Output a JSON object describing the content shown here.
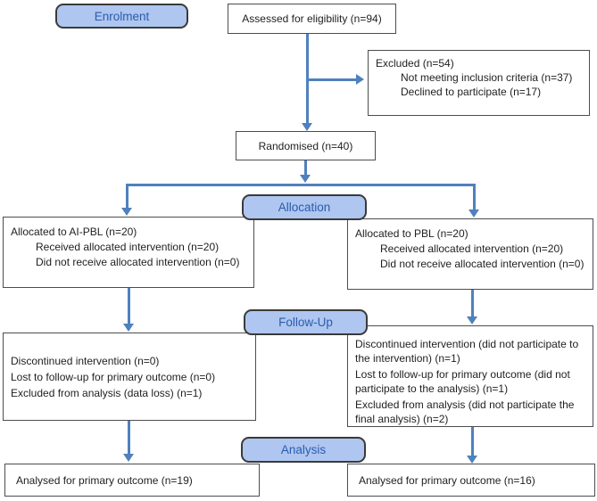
{
  "diagram": {
    "stages": {
      "enrolment": "Enrolment",
      "allocation": "Allocation",
      "followup": "Follow-Up",
      "analysis": "Analysis"
    },
    "boxes": {
      "assessed": "Assessed for eligibility (n=94)",
      "excluded": {
        "title": "Excluded (n=54)",
        "items": [
          "Not meeting inclusion criteria (n=37)",
          "Declined to participate (n=17)"
        ]
      },
      "randomised": "Randomised (n=40)",
      "alloc_left": {
        "title": "Allocated to AI-PBL (n=20)",
        "items": [
          "Received allocated intervention (n=20)",
          "Did not receive allocated intervention (n=0)"
        ]
      },
      "alloc_right": {
        "title": "Allocated to PBL (n=20)",
        "items": [
          "Received allocated intervention (n=20)",
          "Did not receive allocated intervention (n=0)"
        ]
      },
      "followup_left": {
        "items": [
          "Discontinued intervention (n=0)",
          "Lost to follow-up for primary outcome (n=0)",
          "Excluded from analysis (data loss) (n=1)"
        ]
      },
      "followup_right": {
        "items": [
          "Discontinued intervention (did not participate to the intervention) (n=1)",
          "Lost to follow-up for primary outcome (did not participate to the analysis) (n=1)",
          "Excluded from analysis (did not participate the final analysis) (n=2)"
        ]
      },
      "analysed_left": "Analysed for primary outcome (n=19)",
      "analysed_right": "Analysed for primary outcome (n=16)"
    },
    "colors": {
      "badge_fill": "#aec6f0",
      "badge_text": "#2b5cad",
      "badge_border": "#3a3a3a",
      "box_border": "#4d4d4d",
      "arrow_blue": "#4f81bd",
      "body_text": "#1f1f1f"
    }
  }
}
